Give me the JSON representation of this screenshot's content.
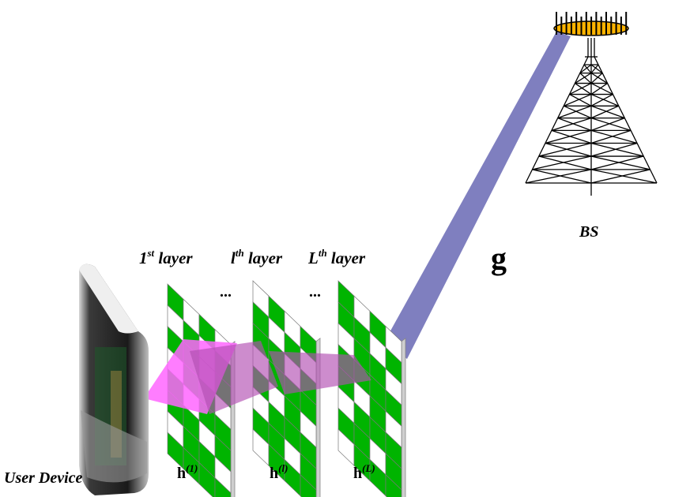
{
  "labels": {
    "bs": "BS",
    "channel": "g",
    "user_device": "User Device",
    "dots": "...",
    "layer_suffix": "layer",
    "layers": [
      {
        "base": "1",
        "sup": "st",
        "h_base": "h",
        "h_sup": "(1)"
      },
      {
        "base": "l",
        "sup": "th",
        "h_base": "h",
        "h_sup": "(l)"
      },
      {
        "base": "L",
        "sup": "th",
        "h_base": "h",
        "h_sup": "(L)"
      }
    ]
  },
  "colors": {
    "beam_bs": "#7f7fbf",
    "beam_layers": "#b24fb2",
    "beam_device": "#ff66ff",
    "cell_on": "#00b400",
    "tower": "#000000",
    "tower_ring": "#ffb400"
  },
  "icons": [
    "base-station-tower-icon",
    "user-device-icon"
  ]
}
